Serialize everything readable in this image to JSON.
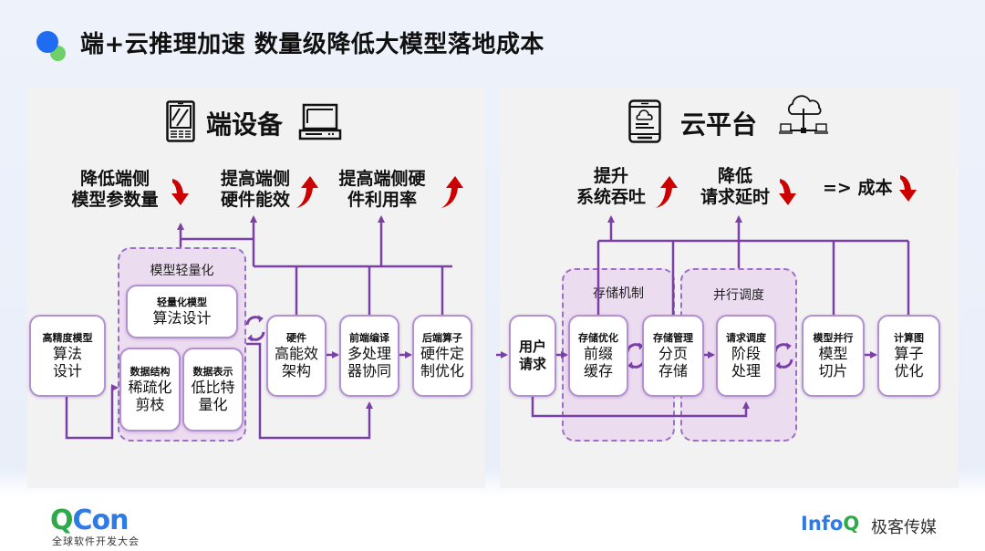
{
  "title": "端+云推理加速 数量级降低大模型落地成本",
  "colors": {
    "accent_purple": "#7b3fa8",
    "box_border": "#b48fd3",
    "group_fill": "#ecdcf0",
    "arrow_red": "#cc0000",
    "title_dot_blue": "#1f6bf2",
    "title_dot_green": "#6fd06a"
  },
  "edge": {
    "heading": "端设备",
    "icons": [
      "tablet-icon",
      "laptop-icon"
    ],
    "goals": [
      {
        "text": "降低端侧\n模型参数量",
        "line1": "降低端侧",
        "line2": "模型参数量",
        "trend": "down"
      },
      {
        "text": "提高端侧\n硬件能效",
        "line1": "提高端侧",
        "line2": "硬件能效",
        "trend": "up"
      },
      {
        "text": "提高端侧硬\n件利用率",
        "line1": "提高端侧硬",
        "line2": "件利用率",
        "trend": "up"
      }
    ],
    "group_label": "模型轻量化",
    "boxes": {
      "high_precision": {
        "sub": "高精度模型",
        "main1": "算法",
        "main2": "设计"
      },
      "lightweight": {
        "sub": "轻量化模型",
        "main1": "算法设计"
      },
      "sparse": {
        "sub": "数据结构",
        "main1": "稀疏化",
        "main2": "剪枝"
      },
      "quant": {
        "sub": "数据表示",
        "main1": "低比特",
        "main2": "量化"
      },
      "hardware": {
        "sub": "硬件",
        "main1": "高能效",
        "main2": "架构"
      },
      "frontend": {
        "sub": "前端编译",
        "main1": "多处理",
        "main2": "器协同"
      },
      "backend": {
        "sub": "后端算子",
        "main1": "硬件定",
        "main2": "制优化"
      }
    }
  },
  "cloud": {
    "heading": "云平台",
    "icons": [
      "cloud-phone-icon",
      "cloud-network-icon"
    ],
    "goals": [
      {
        "line1": "提升",
        "line2": "系统吞吐",
        "trend": "up"
      },
      {
        "line1": "降低",
        "line2": "请求延时",
        "trend": "down"
      },
      {
        "line1": "=> 成本",
        "trend": "down"
      }
    ],
    "groups": {
      "storage": "存储机制",
      "parallel": "并行调度"
    },
    "boxes": {
      "user": {
        "main1": "用户",
        "main2": "请求"
      },
      "prefix": {
        "sub": "存储优化",
        "main1": "前缀",
        "main2": "缓存"
      },
      "paging": {
        "sub": "存储管理",
        "main1": "分页",
        "main2": "存储"
      },
      "schedule": {
        "sub": "请求调度",
        "main1": "阶段",
        "main2": "处理"
      },
      "model_parallel": {
        "sub": "模型并行",
        "main1": "模型",
        "main2": "切片"
      },
      "graph": {
        "sub": "计算图",
        "main1": "算子",
        "main2": "优化"
      }
    }
  },
  "footer": {
    "qcon_q": "Q",
    "qcon_rest": "Con",
    "qcon_sub": "全球软件开发大会",
    "infoq_main": "Info",
    "infoq_q": "Q",
    "jike": "极客传媒"
  }
}
